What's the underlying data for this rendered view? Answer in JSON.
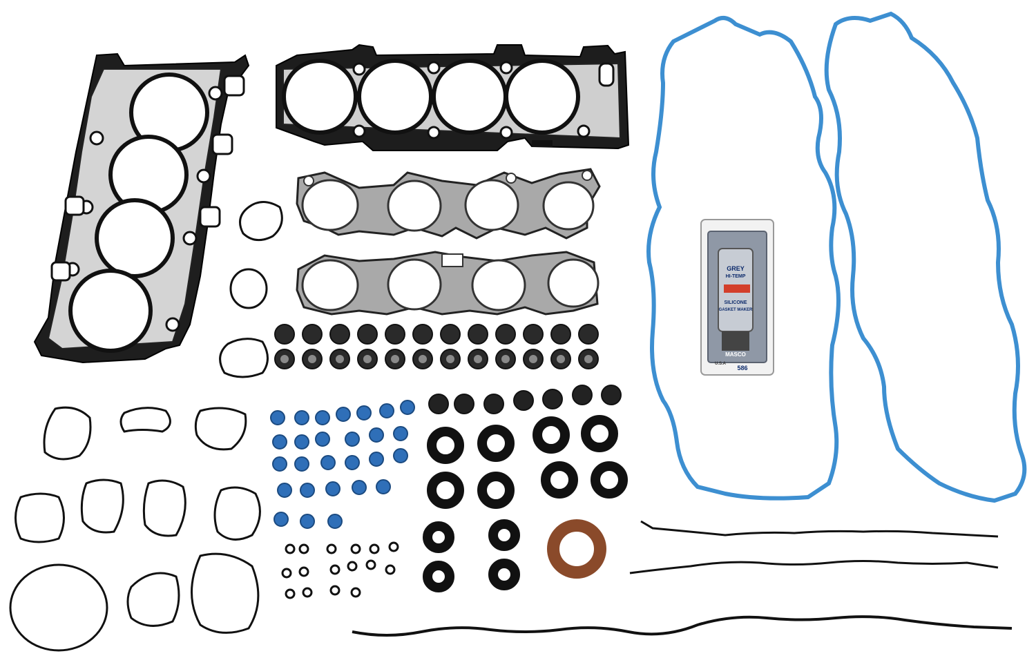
{
  "product": {
    "description": "Engine head gasket set laid out on white background",
    "sealant_tube": {
      "lines": [
        "GREY",
        "HI-TEMP",
        "SILICONE",
        "GASKET MAKER"
      ],
      "brand": "MASCO",
      "number": "586",
      "origin": "U.S.A"
    }
  },
  "colors": {
    "background": "#ffffff",
    "gasket_black": "#1a1a1a",
    "gasket_steel": "#c9c9c9",
    "valve_cover_blue": "#3d8fd1",
    "seal_blue": "#2f6fb8",
    "oring_black": "#111111",
    "front_seal_brown": "#8a4a2a"
  }
}
